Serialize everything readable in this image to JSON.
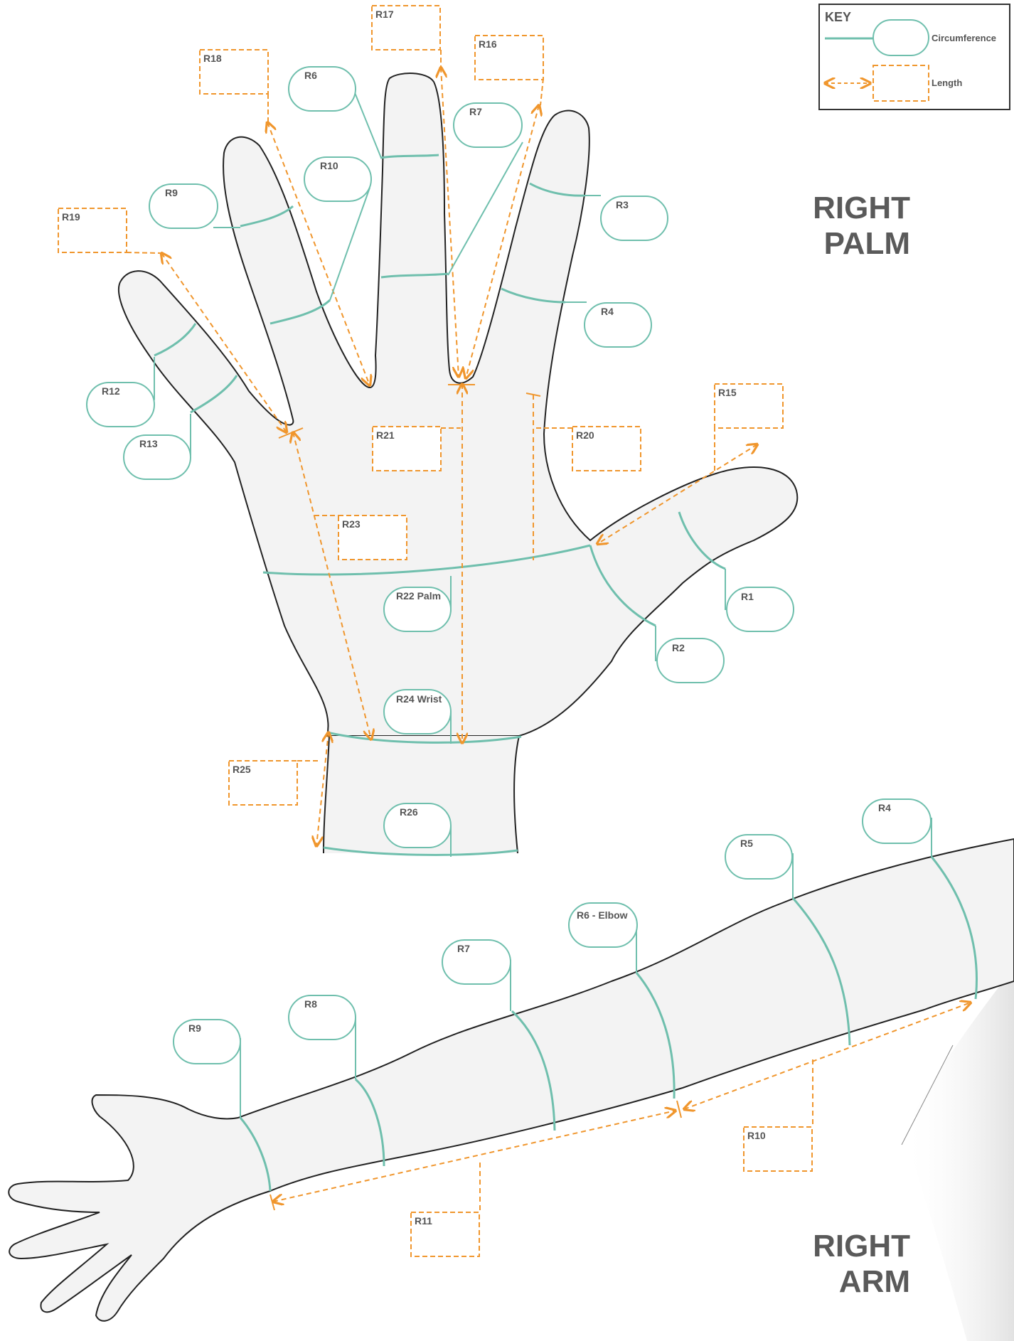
{
  "key": {
    "title": "KEY",
    "circumference": "Circumference",
    "length": "Length"
  },
  "palm_title": [
    "RIGHT",
    "PALM"
  ],
  "arm_title": [
    "RIGHT",
    "ARM"
  ],
  "palm_circumference_labels": {
    "r1": "R1",
    "r2": "R2",
    "r3": "R3",
    "r4": "R4",
    "r6": "R6",
    "r7": "R7",
    "r9": "R9",
    "r10": "R10",
    "r12": "R12",
    "r13": "R13",
    "r22": "R22 Palm",
    "r24": "R24 Wrist",
    "r26": "R26"
  },
  "palm_length_labels": {
    "r15": "R15",
    "r16": "R16",
    "r17": "R17",
    "r18": "R18",
    "r19": "R19",
    "r20": "R20",
    "r21": "R21",
    "r23": "R23",
    "r25": "R25"
  },
  "arm_circumference_labels": {
    "r4": "R4",
    "r5": "R5",
    "r6": "R6 - Elbow",
    "r7": "R7",
    "r8": "R8",
    "r9": "R9"
  },
  "arm_length_labels": {
    "r10": "R10",
    "r11": "R11"
  },
  "colors": {
    "circumference": "#6fbfad",
    "length": "#f0962d",
    "outline": "#222222",
    "fill": "#f3f3f3"
  }
}
